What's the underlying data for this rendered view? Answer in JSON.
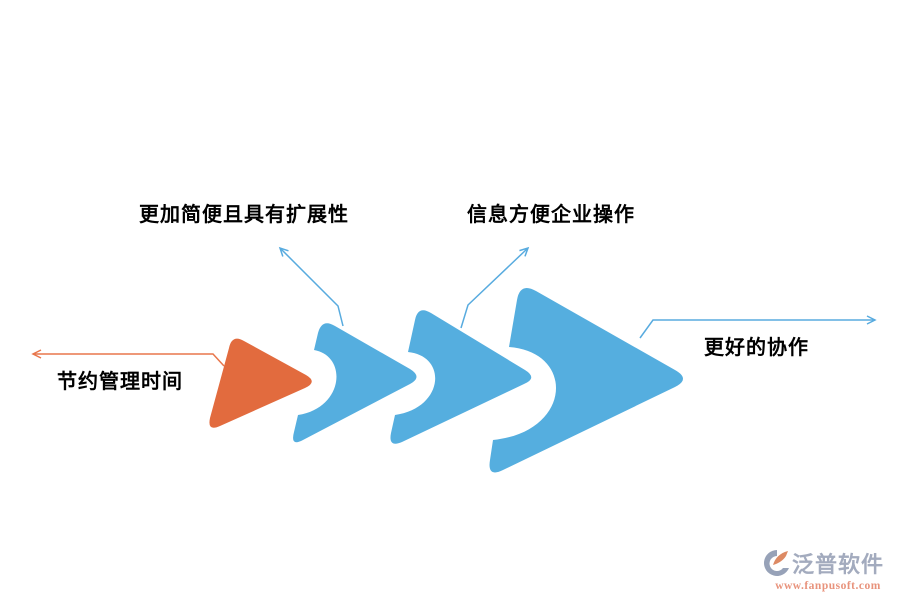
{
  "colors": {
    "shape_blue": "#55AEDF",
    "shape_orange": "#E26B3E",
    "line_blue": "#58ABDF",
    "line_orange": "#E8764B",
    "label_text": "#000000",
    "watermark_brand": "#A3ABBE",
    "watermark_url": "#E8937C",
    "logo_main": "#97A2B8",
    "logo_leaf": "#DD8A64"
  },
  "diagram": {
    "type": "arrow-sequence",
    "steps": [
      {
        "id": "step-1",
        "label": "节约管理时间",
        "shape_color_key": "shape_orange"
      },
      {
        "id": "step-2",
        "label": "更加简便且具有扩展性",
        "shape_color_key": "shape_blue"
      },
      {
        "id": "step-3",
        "label": "信息方便企业操作",
        "shape_color_key": "shape_blue"
      },
      {
        "id": "step-4",
        "label": "更好的协作",
        "shape_color_key": "shape_blue"
      }
    ]
  },
  "watermark": {
    "brand": "泛普软件",
    "url": "www.fanpusoft.com"
  }
}
